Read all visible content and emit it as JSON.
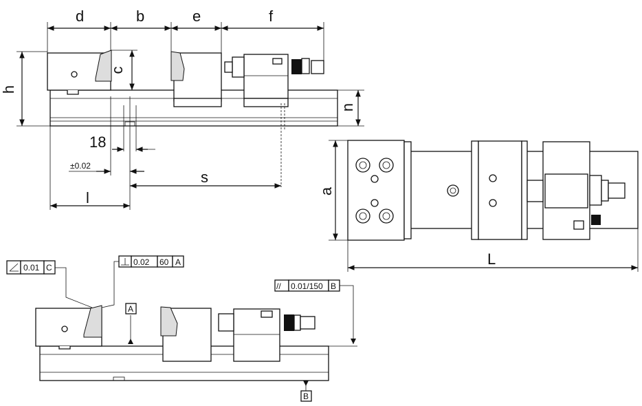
{
  "dimensions": {
    "d": "d",
    "b": "b",
    "e": "e",
    "f": "f",
    "c": "c",
    "h": "h",
    "n": "n",
    "a": "a",
    "L": "L",
    "s": "s",
    "l": "l",
    "eighteen": "18",
    "tolerance": "±0.02"
  },
  "tolerances": {
    "angularity_value": "0.01",
    "angularity_datum": "C",
    "perpendicularity_value": "0.02",
    "perpendicularity_length": "60",
    "perpendicularity_datum": "A",
    "parallelism_symbol": "//",
    "parallelism_value": "0.01/150",
    "parallelism_datum": "B"
  },
  "datums": {
    "a": "A",
    "b": "B"
  }
}
